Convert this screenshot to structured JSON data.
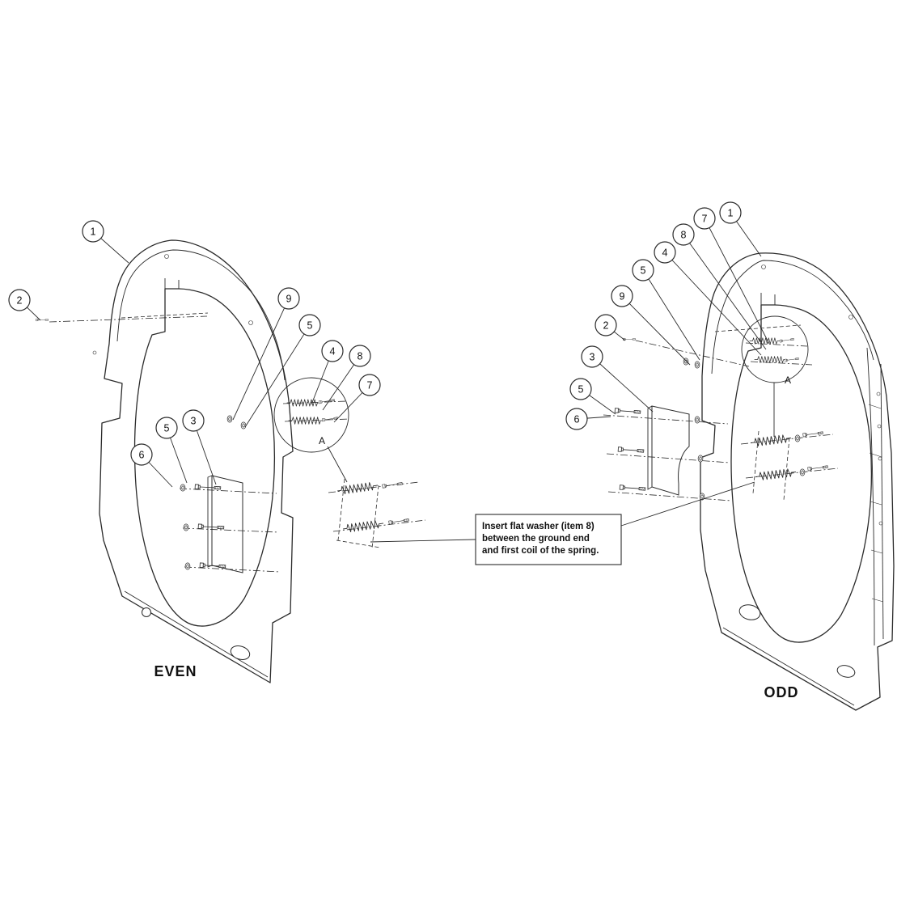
{
  "diagram": {
    "type": "exploded-parts-diagram",
    "background": "#ffffff",
    "line_color": "#2b2b2b",
    "note": {
      "lines": [
        "Insert flat washer (item 8)",
        "between the ground end",
        "and first coil of the spring."
      ]
    },
    "even": {
      "label": "EVEN",
      "detail_label": "A",
      "callouts": [
        {
          "number": "1"
        },
        {
          "number": "2"
        },
        {
          "number": "9"
        },
        {
          "number": "5"
        },
        {
          "number": "4"
        },
        {
          "number": "8"
        },
        {
          "number": "7"
        },
        {
          "number": "5"
        },
        {
          "number": "3"
        },
        {
          "number": "6"
        }
      ]
    },
    "odd": {
      "label": "ODD",
      "detail_label": "A",
      "callouts": [
        {
          "number": "1"
        },
        {
          "number": "7"
        },
        {
          "number": "8"
        },
        {
          "number": "4"
        },
        {
          "number": "5"
        },
        {
          "number": "9"
        },
        {
          "number": "2"
        },
        {
          "number": "3"
        },
        {
          "number": "5"
        },
        {
          "number": "6"
        }
      ]
    }
  }
}
